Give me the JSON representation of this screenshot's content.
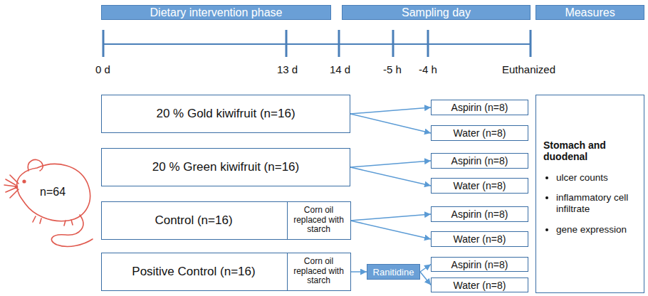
{
  "diagram": {
    "nodes": [
      {
        "text": [
          "Dietary intervention phase"
        ]
      },
      {
        "text": [
          "Sampling day"
        ]
      },
      {
        "text": [
          "Measures"
        ]
      },
      {
        "text": [
          "20 % Gold kiwifruit (n=16)"
        ]
      },
      {
        "text": [
          "Aspirin (n=8)"
        ]
      },
      {
        "text": [
          "Water (n=8)"
        ]
      },
      {
        "text": [
          "Stomach and duodenal",
          "ulcer counts",
          "inflammatory cell infiltrate",
          "gene expression"
        ]
      },
      {
        "text": [
          "20 % Green kiwifruit (n=16)"
        ]
      },
      {
        "text": [
          "Aspirin (n=8)"
        ]
      },
      {
        "text": [
          "Water (n=8)"
        ]
      },
      {
        "text": [
          "Control (n=16)"
        ]
      },
      {
        "text": [
          "Corn oil replaced with starch"
        ],
        "in": 10
      },
      {
        "text": [
          "Aspirin (n=8)"
        ]
      },
      {
        "text": [
          "Water (n=8)"
        ]
      },
      {
        "text": [
          "Positive Control (n=16)"
        ]
      },
      {
        "text": [
          "Corn oil replaced with starch"
        ],
        "in": 14
      },
      {
        "text": [
          "Ranitidine"
        ]
      },
      {
        "text": [
          "Aspirin (n=8)"
        ]
      },
      {
        "text": [
          "Water (n=8)"
        ]
      }
    ],
    "edges": [
      {
        "from": 3,
        "to": 4,
        "arrow": "to"
      },
      {
        "from": 3,
        "to": 5,
        "arrow": "to"
      },
      {
        "from": 7,
        "to": 8,
        "arrow": "to"
      },
      {
        "from": 7,
        "to": 9,
        "arrow": "to"
      },
      {
        "from": 10,
        "to": 12,
        "arrow": "to"
      },
      {
        "from": 10,
        "to": 13,
        "arrow": "to"
      },
      {
        "from": 14,
        "to": 16,
        "arrow": "to"
      },
      {
        "from": 16,
        "to": 17,
        "arrow": "to"
      },
      {
        "from": 16,
        "to": 18,
        "arrow": "to"
      }
    ],
    "labels": [
      "0 d",
      "13 d",
      "14 d",
      "-5 h",
      "-4 h",
      "Euthanized",
      "n=64"
    ]
  }
}
